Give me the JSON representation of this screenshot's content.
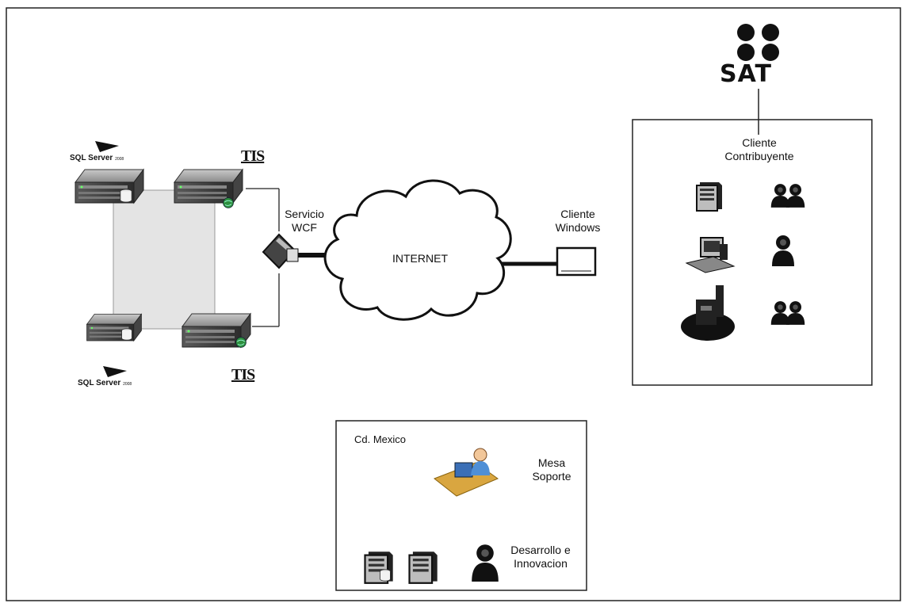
{
  "diagram": {
    "server_cluster": {
      "sql_logo_label": "SQL Server",
      "sql_logo_label_small": "2008",
      "tis_logo_label": "TIS"
    },
    "wcf": {
      "line1": "Servicio",
      "line2": "WCF"
    },
    "internet": {
      "label": "INTERNET"
    },
    "windows_client": {
      "line1": "Cliente",
      "line2": "Windows"
    },
    "sat": {
      "logo_text": "SAT"
    },
    "contribuyente": {
      "line1": "Cliente",
      "line2": "Contribuyente"
    },
    "mexico": {
      "title": "Cd. Mexico",
      "support_line1": "Mesa",
      "support_line2": "Soporte",
      "dev_line1": "Desarrollo e",
      "dev_line2": "Innovacion"
    }
  }
}
